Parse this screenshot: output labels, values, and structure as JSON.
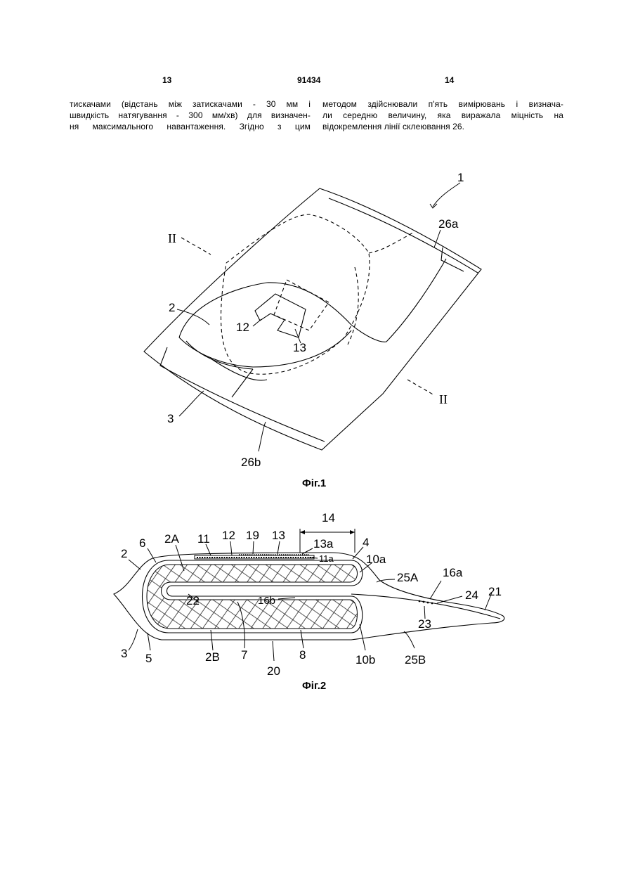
{
  "header": {
    "page_left": "13",
    "doc_number": "91434",
    "page_right": "14"
  },
  "text": {
    "left_column": [
      "тискачами (відстань між затискачами - 30 мм і",
      "швидкість натягування - 300 мм/хв) для визначен-",
      "ня максимального навантаження. Згідно з цим"
    ],
    "right_column": [
      "методом здійснювали п'ять вимірювань і визнача-",
      "ли середню величину, яка виражала міцність на",
      "відокремлення лінії склеювання 26."
    ]
  },
  "figure1": {
    "caption": "Фіг.1",
    "labels": {
      "l1": "1",
      "l26a": "26a",
      "lII_top": "II",
      "lII_bottom": "II",
      "l2": "2",
      "l12": "12",
      "l13": "13",
      "l3": "3",
      "l26b": "26b"
    }
  },
  "figure2": {
    "caption": "Фіг.2",
    "labels": {
      "l2": "2",
      "l6": "6",
      "l2A": "2A",
      "l11": "11",
      "l12": "12",
      "l19": "19",
      "l13": "13",
      "l14": "14",
      "l13a": "13a",
      "l11a": "11a",
      "l4": "4",
      "l10a": "10a",
      "l25A": "25A",
      "l16a": "16a",
      "l22": "22",
      "l16b": "16b",
      "l24": "24",
      "l21": "21",
      "l23": "23",
      "l3": "3",
      "l5": "5",
      "l2B": "2B",
      "l7": "7",
      "l20": "20",
      "l8": "8",
      "l10b": "10b",
      "l25B": "25B"
    }
  }
}
